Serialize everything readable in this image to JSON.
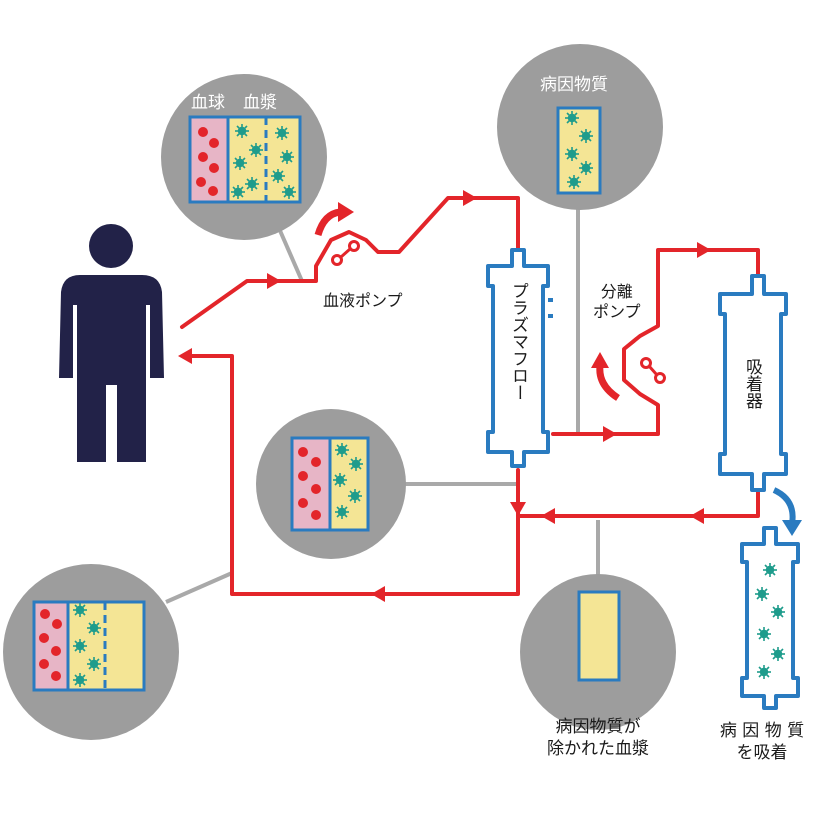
{
  "colors": {
    "blood_line": "#e3252a",
    "device_outline": "#2a7bc0",
    "circle_bg": "#9d9d9d",
    "person": "#222248",
    "blood_cell_panel": "#e7b5c6",
    "plasma_panel": "#f4e595",
    "blood_cell": "#e3252a",
    "pathogen": "#1f9c8c",
    "connector": "#a9a9a9"
  },
  "icons": {
    "person": "person-icon",
    "pump": "pump-icon",
    "rotation_arrow": "rotation-arrow-icon",
    "flow_arrow": "flow-arrow-icon"
  },
  "labels": {
    "blood_cells": "血球",
    "plasma": "血漿",
    "pathogen_top": "病因物質",
    "blood_pump": "血液ポンプ",
    "plasma_filter": "プラズマフロー",
    "separation_pump_line1": "分離",
    "separation_pump_line2": "ポンプ",
    "adsorber": "吸着器",
    "cleaned_plasma_line1": "病因物質が",
    "cleaned_plasma_line2": "除かれた血漿",
    "adsorbed_line1": "病 因 物 質",
    "adsorbed_line2": "を吸着"
  }
}
